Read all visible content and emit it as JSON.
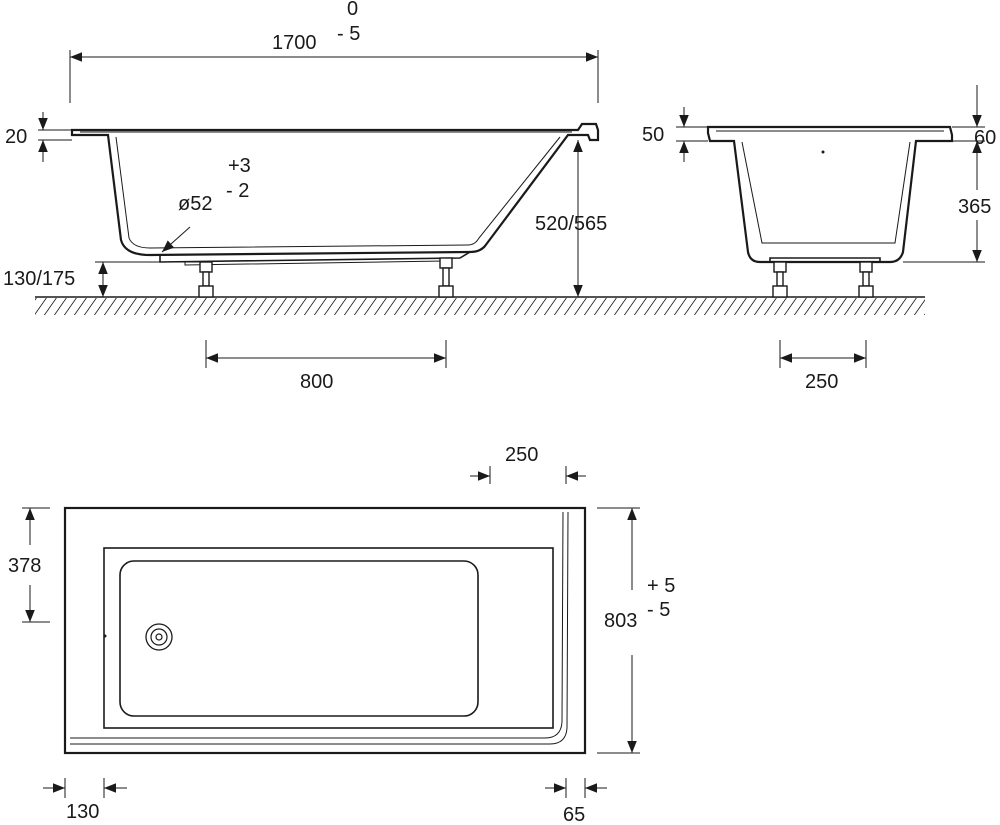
{
  "side_view": {
    "length": "1700",
    "length_tol_upper": "0",
    "length_tol_lower": "- 5",
    "rim": "20",
    "height": "520/565",
    "feet_height": "130/175",
    "outlet_diameter": "ø52",
    "outlet_tol_upper": "+3",
    "outlet_tol_lower": "- 2",
    "feet_spacing": "800"
  },
  "end_view": {
    "rim": "50",
    "rim_outer": "60",
    "depth": "365",
    "feet_spacing": "250"
  },
  "plan_view": {
    "top_offset": "250",
    "drain_position": "378",
    "width": "803",
    "width_tol_upper": "+ 5",
    "width_tol_lower": "- 5",
    "left_margin": "130",
    "right_margin": "65"
  },
  "colors": {
    "line": "#1a1a1a",
    "background": "#ffffff"
  }
}
